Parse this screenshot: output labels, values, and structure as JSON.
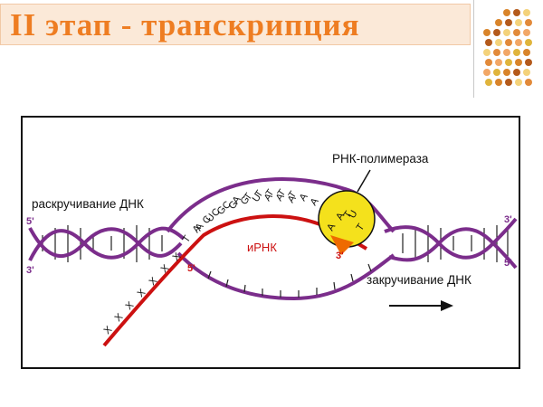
{
  "header": {
    "title": "II этап -  транскрипция"
  },
  "colors": {
    "dna": "#7b2d8b",
    "rna": "#cc1111",
    "polymerase": "#f4e11c",
    "title": "#ee7d22"
  },
  "diagram": {
    "label_unwinding": "раскручивание ДНК",
    "label_rewinding": "закручивание ДНК",
    "label_polymerase": "РНК-полимераза",
    "label_mrna": "иРНК",
    "end_5": "5'",
    "end_3": "3'",
    "top_bases": [
      "T",
      "A",
      "C",
      "C",
      "C",
      "A",
      "T",
      "T",
      "T",
      "T",
      "T",
      "A",
      "A",
      "T",
      "T"
    ],
    "rna_bases": [
      "A",
      "U",
      "G",
      "G",
      "G",
      "U",
      "A",
      "A",
      "A"
    ],
    "rna_bases_in_pol": [
      "A",
      "A",
      "U"
    ],
    "x_marks": [
      "X",
      "X",
      "X",
      "X",
      "X",
      "X",
      "X"
    ]
  }
}
